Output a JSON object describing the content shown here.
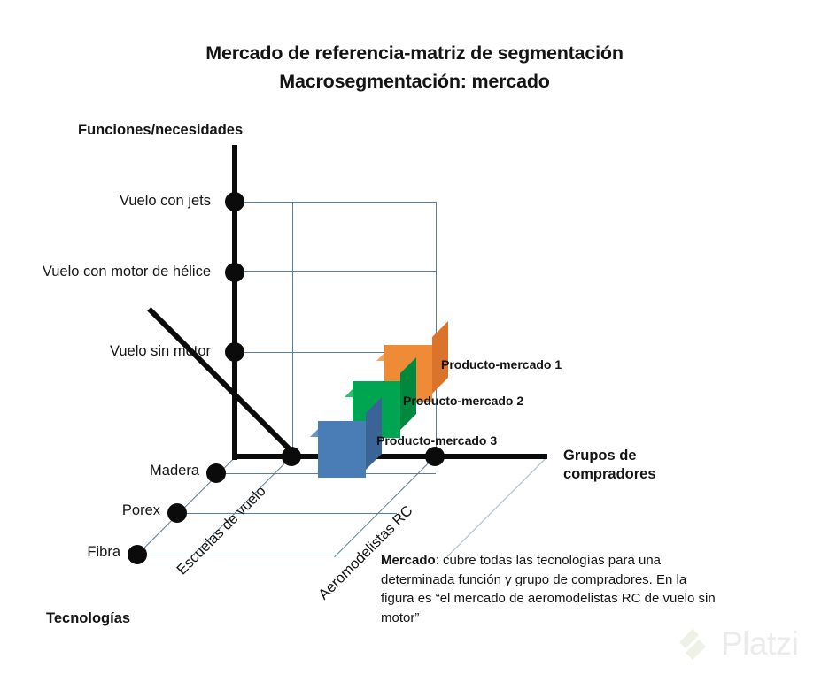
{
  "title": {
    "line1": "Mercado de referencia-matriz de segmentación",
    "line2": "Macrosegmentación: mercado"
  },
  "axes": {
    "y": {
      "title": "Funciones/necesidades",
      "ticks": [
        {
          "label": "Vuelo con jets"
        },
        {
          "label": "Vuelo con motor de hélice"
        },
        {
          "label": "Vuelo sin motor"
        }
      ]
    },
    "x": {
      "title": "Grupos de compradores",
      "ticks": [
        {
          "label": "Escuelas de vuelo"
        },
        {
          "label": "Aeromodelistas RC"
        }
      ]
    },
    "z": {
      "title": "Tecnologías",
      "ticks": [
        {
          "label": "Madera"
        },
        {
          "label": "Porex"
        },
        {
          "label": "Fibra"
        }
      ]
    }
  },
  "cubes": [
    {
      "label": "Producto-mercado 1",
      "color": "#ef8a36",
      "top_color": "#f4a25c",
      "side_color": "#d9742a"
    },
    {
      "label": "Producto-mercado 2",
      "color": "#00a551",
      "top_color": "#2cbf6e",
      "side_color": "#00883f"
    },
    {
      "label": "Producto-mercado 3",
      "color": "#4a7cb5",
      "top_color": "#6b97c8",
      "side_color": "#3a6496"
    }
  ],
  "caption": {
    "lead": "Mercado",
    "body": ": cubre todas las  tecnologías para una determinada función y grupo de compradores. En la figura es “el mercado de aeromodelistas RC de vuelo sin motor”"
  },
  "watermark": {
    "text": "Platzi"
  },
  "colors": {
    "axis": "#0b0b0b",
    "grid": "#5b7e96",
    "background": "#ffffff"
  }
}
